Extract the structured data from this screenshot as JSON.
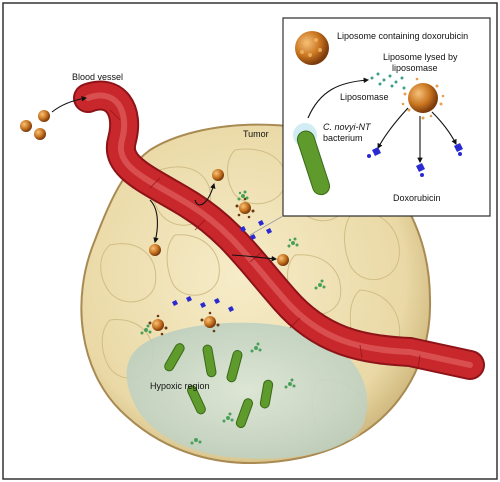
{
  "labels": {
    "blood_vessel": "Blood vessel",
    "tumor": "Tumor",
    "hypoxic_region": "Hypoxic region"
  },
  "inset": {
    "liposome_containing": "Liposome containing doxorubicin",
    "lysed_line1": "Liposome lysed by",
    "lysed_line2": "liposomase",
    "liposomase": "Liposomase",
    "bacterium_name": "C. novyi-NT",
    "bacterium_word": "bacterium",
    "doxorubicin": "Doxorubicin"
  },
  "colors": {
    "vessel": "#c8282c",
    "vessel_light": "#e06060",
    "tumor": "#efe0b0",
    "hypoxic": "#c8d8c8",
    "bacterium": "#5e9a2c",
    "liposome": "#c8731e",
    "drug": "#2a2ad0"
  }
}
